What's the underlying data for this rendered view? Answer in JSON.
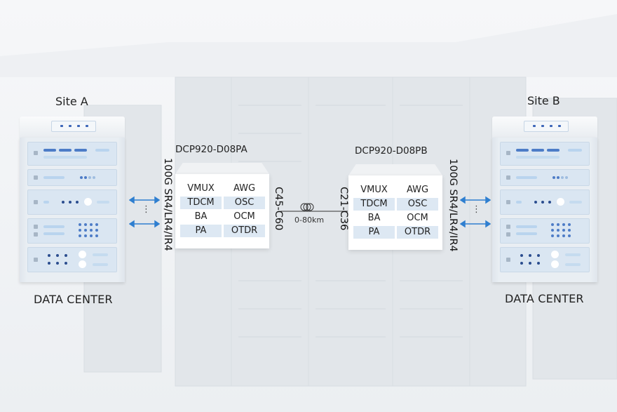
{
  "site_a": {
    "title": "Site A",
    "dc_label": "DATA CENTER"
  },
  "site_b": {
    "title": "Site B",
    "dc_label": "DATA CENTER"
  },
  "device_a": {
    "title": "DCP920-D08PA",
    "left_modules": [
      "VMUX",
      "TDCM",
      "BA",
      "PA"
    ],
    "right_modules": [
      "AWG",
      "OSC",
      "OCM",
      "OTDR"
    ],
    "band": "C45-C60"
  },
  "device_b": {
    "title": "DCP920-D08PB",
    "left_modules": [
      "VMUX",
      "TDCM",
      "BA",
      "PA"
    ],
    "right_modules": [
      "AWG",
      "OSC",
      "OCM",
      "OTDR"
    ],
    "band": "C21-C36"
  },
  "client_link": {
    "left_label": "100G SR4/LR4/IR4",
    "right_label": "100G SR4/LR4/IR4",
    "ellipsis": "⋮"
  },
  "fiber": {
    "distance": "0-80km",
    "icon": "fiber-coil-icon"
  },
  "colors": {
    "accent": "#2f7fd0",
    "module_shade": "#dde8f3",
    "rack_unit": "#dae6f2",
    "dark_blue": "#2b4d8f"
  }
}
